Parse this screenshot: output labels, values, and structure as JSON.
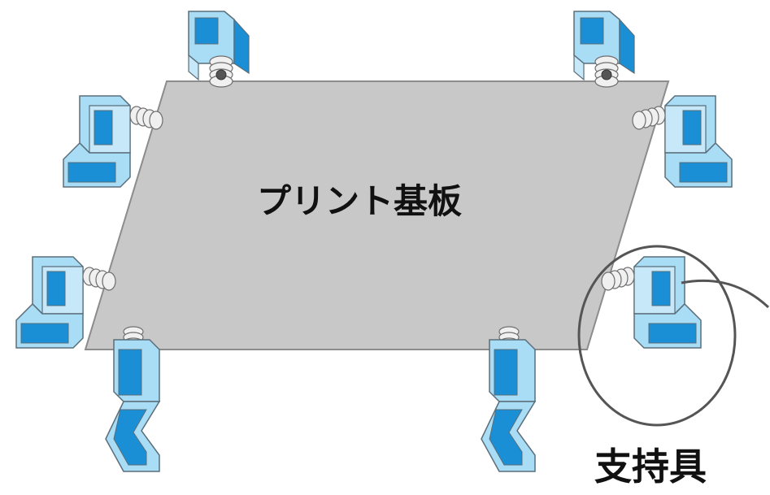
{
  "board": {
    "label": "プリント基板"
  },
  "callout": {
    "label": "支持具"
  },
  "colors": {
    "board_fill": "#c8c8c8",
    "board_edge": "#8c8c8c",
    "support_dark": "#1a8fd6",
    "support_light": "#a9dcf5",
    "support_outline": "#5a6e7a",
    "spring": "#e8e8e8",
    "callout_stroke": "#555555",
    "text": "#111111"
  },
  "supports": [
    {
      "id": "top-left",
      "icon": "support-bracket-icon"
    },
    {
      "id": "top-right",
      "icon": "support-bracket-icon"
    },
    {
      "id": "right-upper",
      "icon": "support-bracket-icon"
    },
    {
      "id": "left-upper",
      "icon": "support-bracket-icon"
    },
    {
      "id": "left-lower",
      "icon": "support-bracket-icon"
    },
    {
      "id": "right-lower",
      "icon": "support-bracket-icon"
    },
    {
      "id": "bottom-left",
      "icon": "support-bracket-icon"
    },
    {
      "id": "bottom-right",
      "icon": "support-bracket-icon"
    }
  ]
}
